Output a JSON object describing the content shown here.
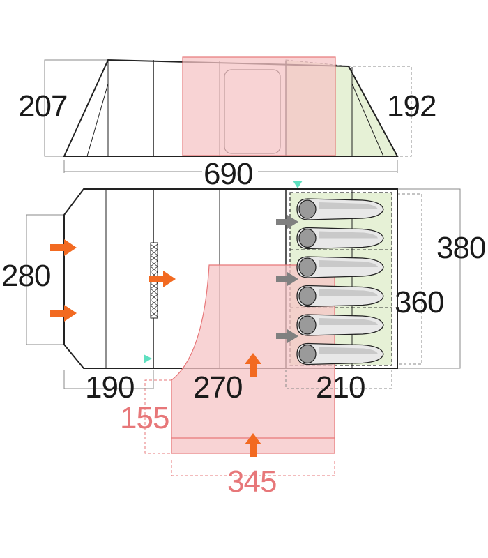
{
  "dimensions": {
    "side_height_left": "207",
    "side_height_right": "192",
    "total_length": "690",
    "total_width": "380",
    "end_width": "280",
    "bedroom_width": "360",
    "section_front": "190",
    "section_middle": "270",
    "section_bedroom": "210",
    "canopy_depth": "155",
    "canopy_width": "345"
  },
  "colors": {
    "outline": "#222222",
    "canopy_fill": "#f5c4c5",
    "canopy_stroke": "#e77779",
    "bedroom_fill": "#e6f1d6",
    "door_arrow": "#f26a21",
    "sleep_arrow": "#808080",
    "pole_marker": "#5fe0c0"
  },
  "icons": [
    "door-arrow-icon",
    "sleeping-bag-icon",
    "pole-marker-icon"
  ],
  "sleeping_bags": 6
}
